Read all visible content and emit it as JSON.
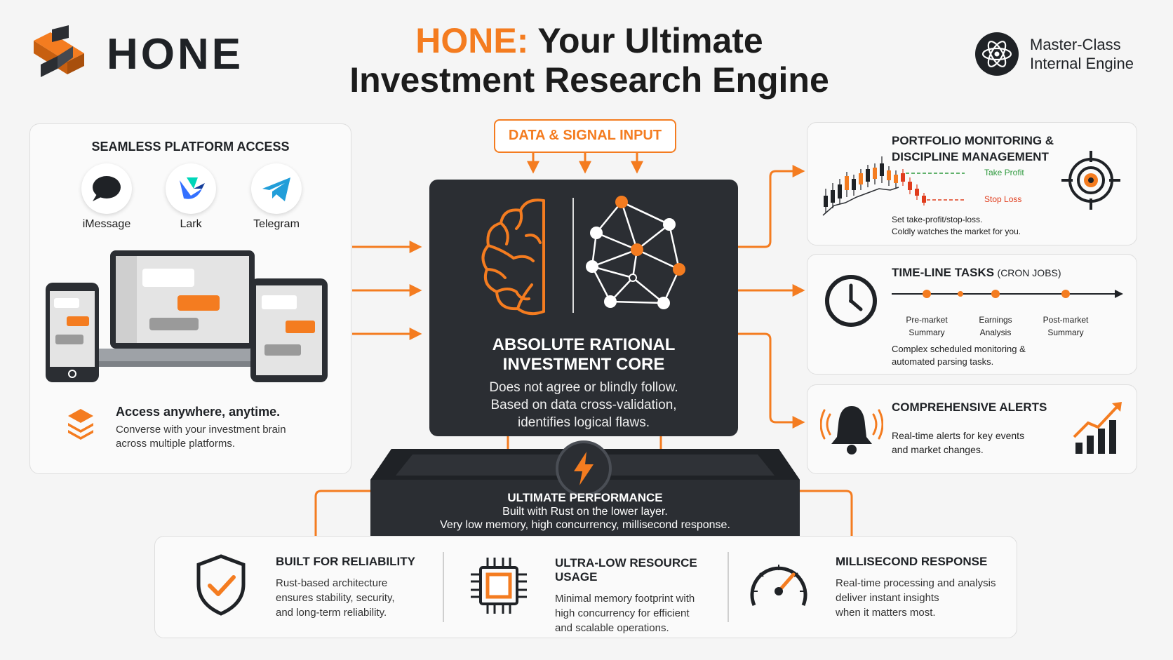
{
  "brand": {
    "name": "HONE",
    "accent": "#f47c20",
    "dark": "#2b2e33"
  },
  "title": {
    "highlight": "HONE:",
    "line1_rest": " Your Ultimate",
    "line2": "Investment Research Engine"
  },
  "badge": {
    "line1": "Master-Class",
    "line2": "Internal Engine",
    "icon": "atom-icon"
  },
  "access": {
    "heading": "SEAMLESS PLATFORM ACCESS",
    "platforms": [
      {
        "label": "iMessage",
        "icon": "imessage-icon"
      },
      {
        "label": "Lark",
        "icon": "lark-icon"
      },
      {
        "label": "Telegram",
        "icon": "telegram-icon"
      }
    ],
    "footer_title": "Access anywhere, anytime.",
    "footer_line1": "Converse with your investment brain",
    "footer_line2": "across multiple platforms."
  },
  "input": {
    "label": "DATA & SIGNAL INPUT"
  },
  "core": {
    "title1": "ABSOLUTE RATIONAL",
    "title2": "INVESTMENT CORE",
    "desc1": "Does not agree or blindly follow.",
    "desc2": "Based on data cross-validation,",
    "desc3": "identifies logical flaws."
  },
  "performance": {
    "title": "ULTIMATE PERFORMANCE",
    "line1": "Built with Rust on the lower layer.",
    "line2": "Very low memory, high concurrency, millisecond response."
  },
  "portfolio": {
    "title1": "PORTFOLIO MONITORING &",
    "title2": "DISCIPLINE MANAGEMENT",
    "take_profit": "Take Profit",
    "stop_loss": "Stop Loss",
    "desc1": "Set take-profit/stop-loss.",
    "desc2": "Coldly watches the market for you."
  },
  "timeline": {
    "title": "TIME-LINE TASKS",
    "subtitle": "(CRON JOBS)",
    "steps": [
      {
        "line1": "Pre-market",
        "line2": "Summary"
      },
      {
        "line1": "Earnings",
        "line2": "Analysis"
      },
      {
        "line1": "Post-market",
        "line2": "Summary"
      }
    ],
    "desc1": "Complex scheduled monitoring &",
    "desc2": "automated parsing tasks."
  },
  "alerts": {
    "title": "COMPREHENSIVE ALERTS",
    "desc1": "Real-time alerts for key events",
    "desc2": "and market changes."
  },
  "features": [
    {
      "title": "BUILT FOR RELIABILITY",
      "l1": "Rust-based architecture",
      "l2": "ensures stability, security,",
      "l3": "and long-term reliability.",
      "icon": "shield-check-icon"
    },
    {
      "title": "ULTRA-LOW RESOURCE USAGE",
      "l1": "Minimal memory footprint with",
      "l2": "high concurrency for efficient",
      "l3": "and scalable operations.",
      "icon": "chip-icon"
    },
    {
      "title": "MILLISECOND RESPONSE",
      "l1": "Real-time processing and analysis",
      "l2": "deliver instant insights",
      "l3": "when it matters most.",
      "icon": "speedometer-icon"
    }
  ]
}
